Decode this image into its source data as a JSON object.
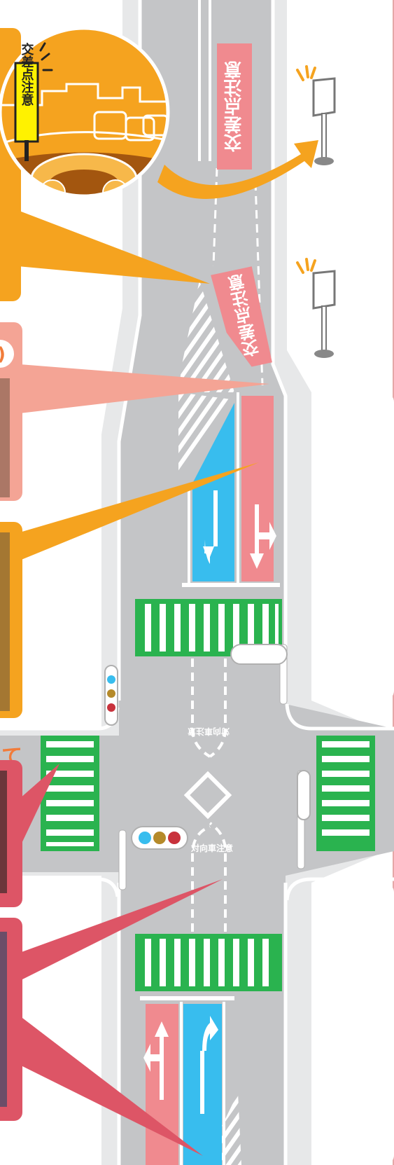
{
  "signs": {
    "sign_text": "交差点注意"
  },
  "road_markings": {
    "near_intersection_1": "交差点注意",
    "near_intersection_2": "交差点注意",
    "oncoming_top": "対向車注意",
    "oncoming_bottom": "対向車注意"
  },
  "callout_fragments": {
    "pink_circle_fragment": ")",
    "orange_fragment": "て"
  },
  "colors": {
    "road": "#c4c5c7",
    "sidewalk": "#e7e8e9",
    "curb": "#ffffff",
    "orange": "#f5a31f",
    "salmon": "#f4a495",
    "red_callout": "#dd5566",
    "pink_lane": "#f08a8f",
    "blue_lane": "#38bdee",
    "crosswalk": "#2ab34f",
    "sign_yellow": "#fff200"
  },
  "icons": {
    "traffic_light": "traffic-light-icon",
    "warning_sign": "warning-sign-icon",
    "roadside_sign": "roadside-sign-icon"
  }
}
